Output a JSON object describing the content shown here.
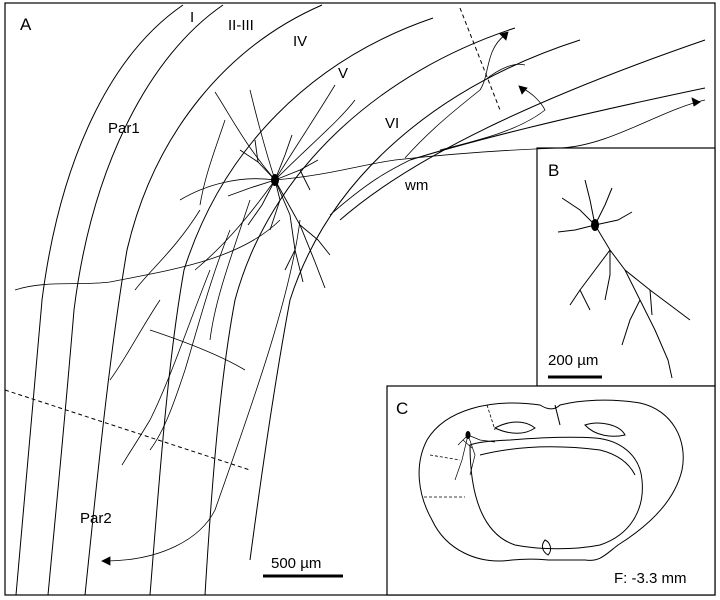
{
  "panels": {
    "a": {
      "letter": "A",
      "layers": [
        "I",
        "II-III",
        "IV",
        "V",
        "VI"
      ],
      "regions": {
        "par1": "Par1",
        "par2": "Par2",
        "wm": "wm"
      },
      "scale_bar": "500 µm"
    },
    "b": {
      "letter": "B",
      "scale_bar": "200 µm"
    },
    "c": {
      "letter": "C",
      "coordinate": "F: -3.3 mm"
    }
  }
}
